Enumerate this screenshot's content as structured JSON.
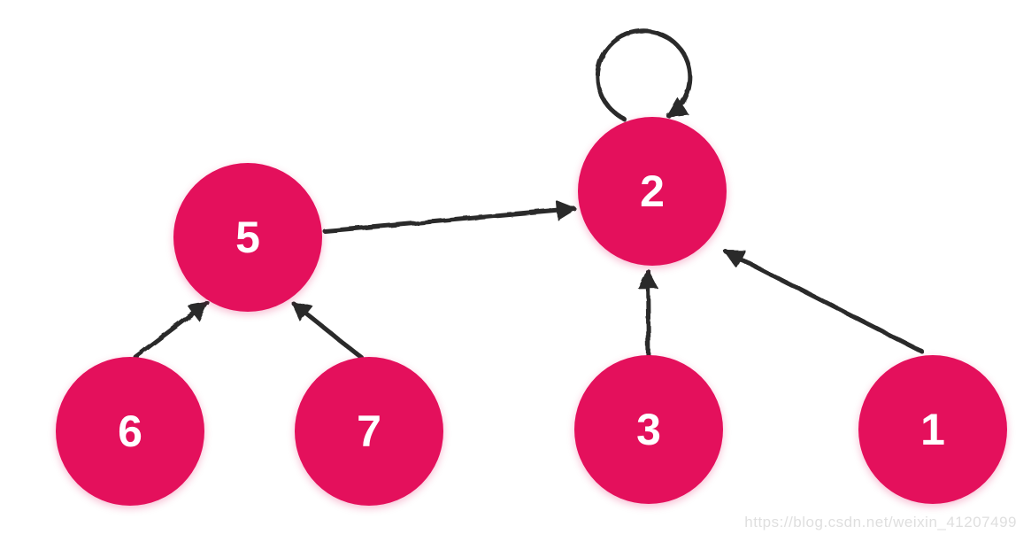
{
  "diagram": {
    "description": "Disjoint-set / union-find forest diagram: nodes 6 and 7 point to parent 5, nodes 5, 3 and 1 point to root 2, node 2 points to itself (self-loop).",
    "nodes": [
      {
        "id": "1",
        "label": "1"
      },
      {
        "id": "2",
        "label": "2",
        "self_loop": true
      },
      {
        "id": "3",
        "label": "3"
      },
      {
        "id": "5",
        "label": "5"
      },
      {
        "id": "6",
        "label": "6"
      },
      {
        "id": "7",
        "label": "7"
      }
    ],
    "edges": [
      {
        "from": "6",
        "to": "5",
        "type": "arrow"
      },
      {
        "from": "7",
        "to": "5",
        "type": "arrow"
      },
      {
        "from": "5",
        "to": "2",
        "type": "arrow"
      },
      {
        "from": "3",
        "to": "2",
        "type": "arrow"
      },
      {
        "from": "1",
        "to": "2",
        "type": "arrow"
      },
      {
        "from": "2",
        "to": "2",
        "type": "self-loop"
      }
    ]
  },
  "colors": {
    "node_fill": "#E4105C",
    "node_text": "#FFFFFF",
    "edge": "#2B2B2B",
    "background": "#FFFFFF",
    "watermark": "#DFDFDF"
  },
  "watermark": {
    "text": "https://blog.csdn.net/weixin_41207499"
  }
}
